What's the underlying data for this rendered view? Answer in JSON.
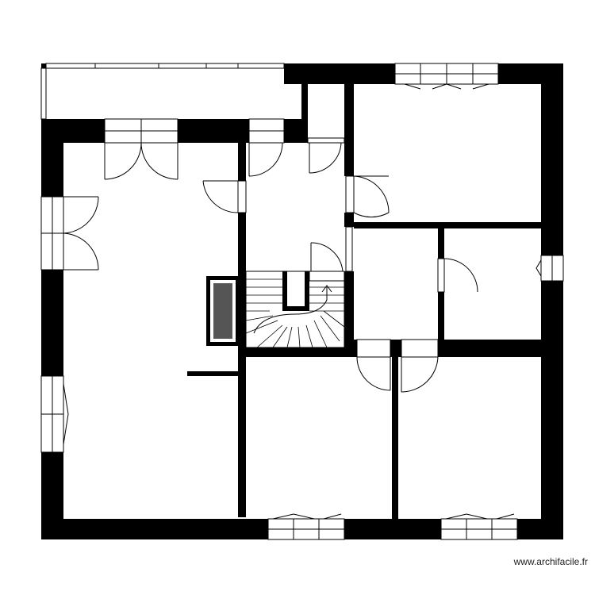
{
  "watermark": "www.archifacile.fr",
  "colors": {
    "wall": "#000000",
    "background": "#ffffff",
    "fixture": "#555555",
    "line": "#000000"
  },
  "rooms": [
    {
      "id": "veranda"
    },
    {
      "id": "main-room"
    },
    {
      "id": "hall"
    },
    {
      "id": "closet"
    },
    {
      "id": "bedroom-top-right"
    },
    {
      "id": "small-room-center"
    },
    {
      "id": "small-room-right"
    },
    {
      "id": "bedroom-bottom-center"
    },
    {
      "id": "bedroom-bottom-right"
    },
    {
      "id": "staircase"
    }
  ]
}
